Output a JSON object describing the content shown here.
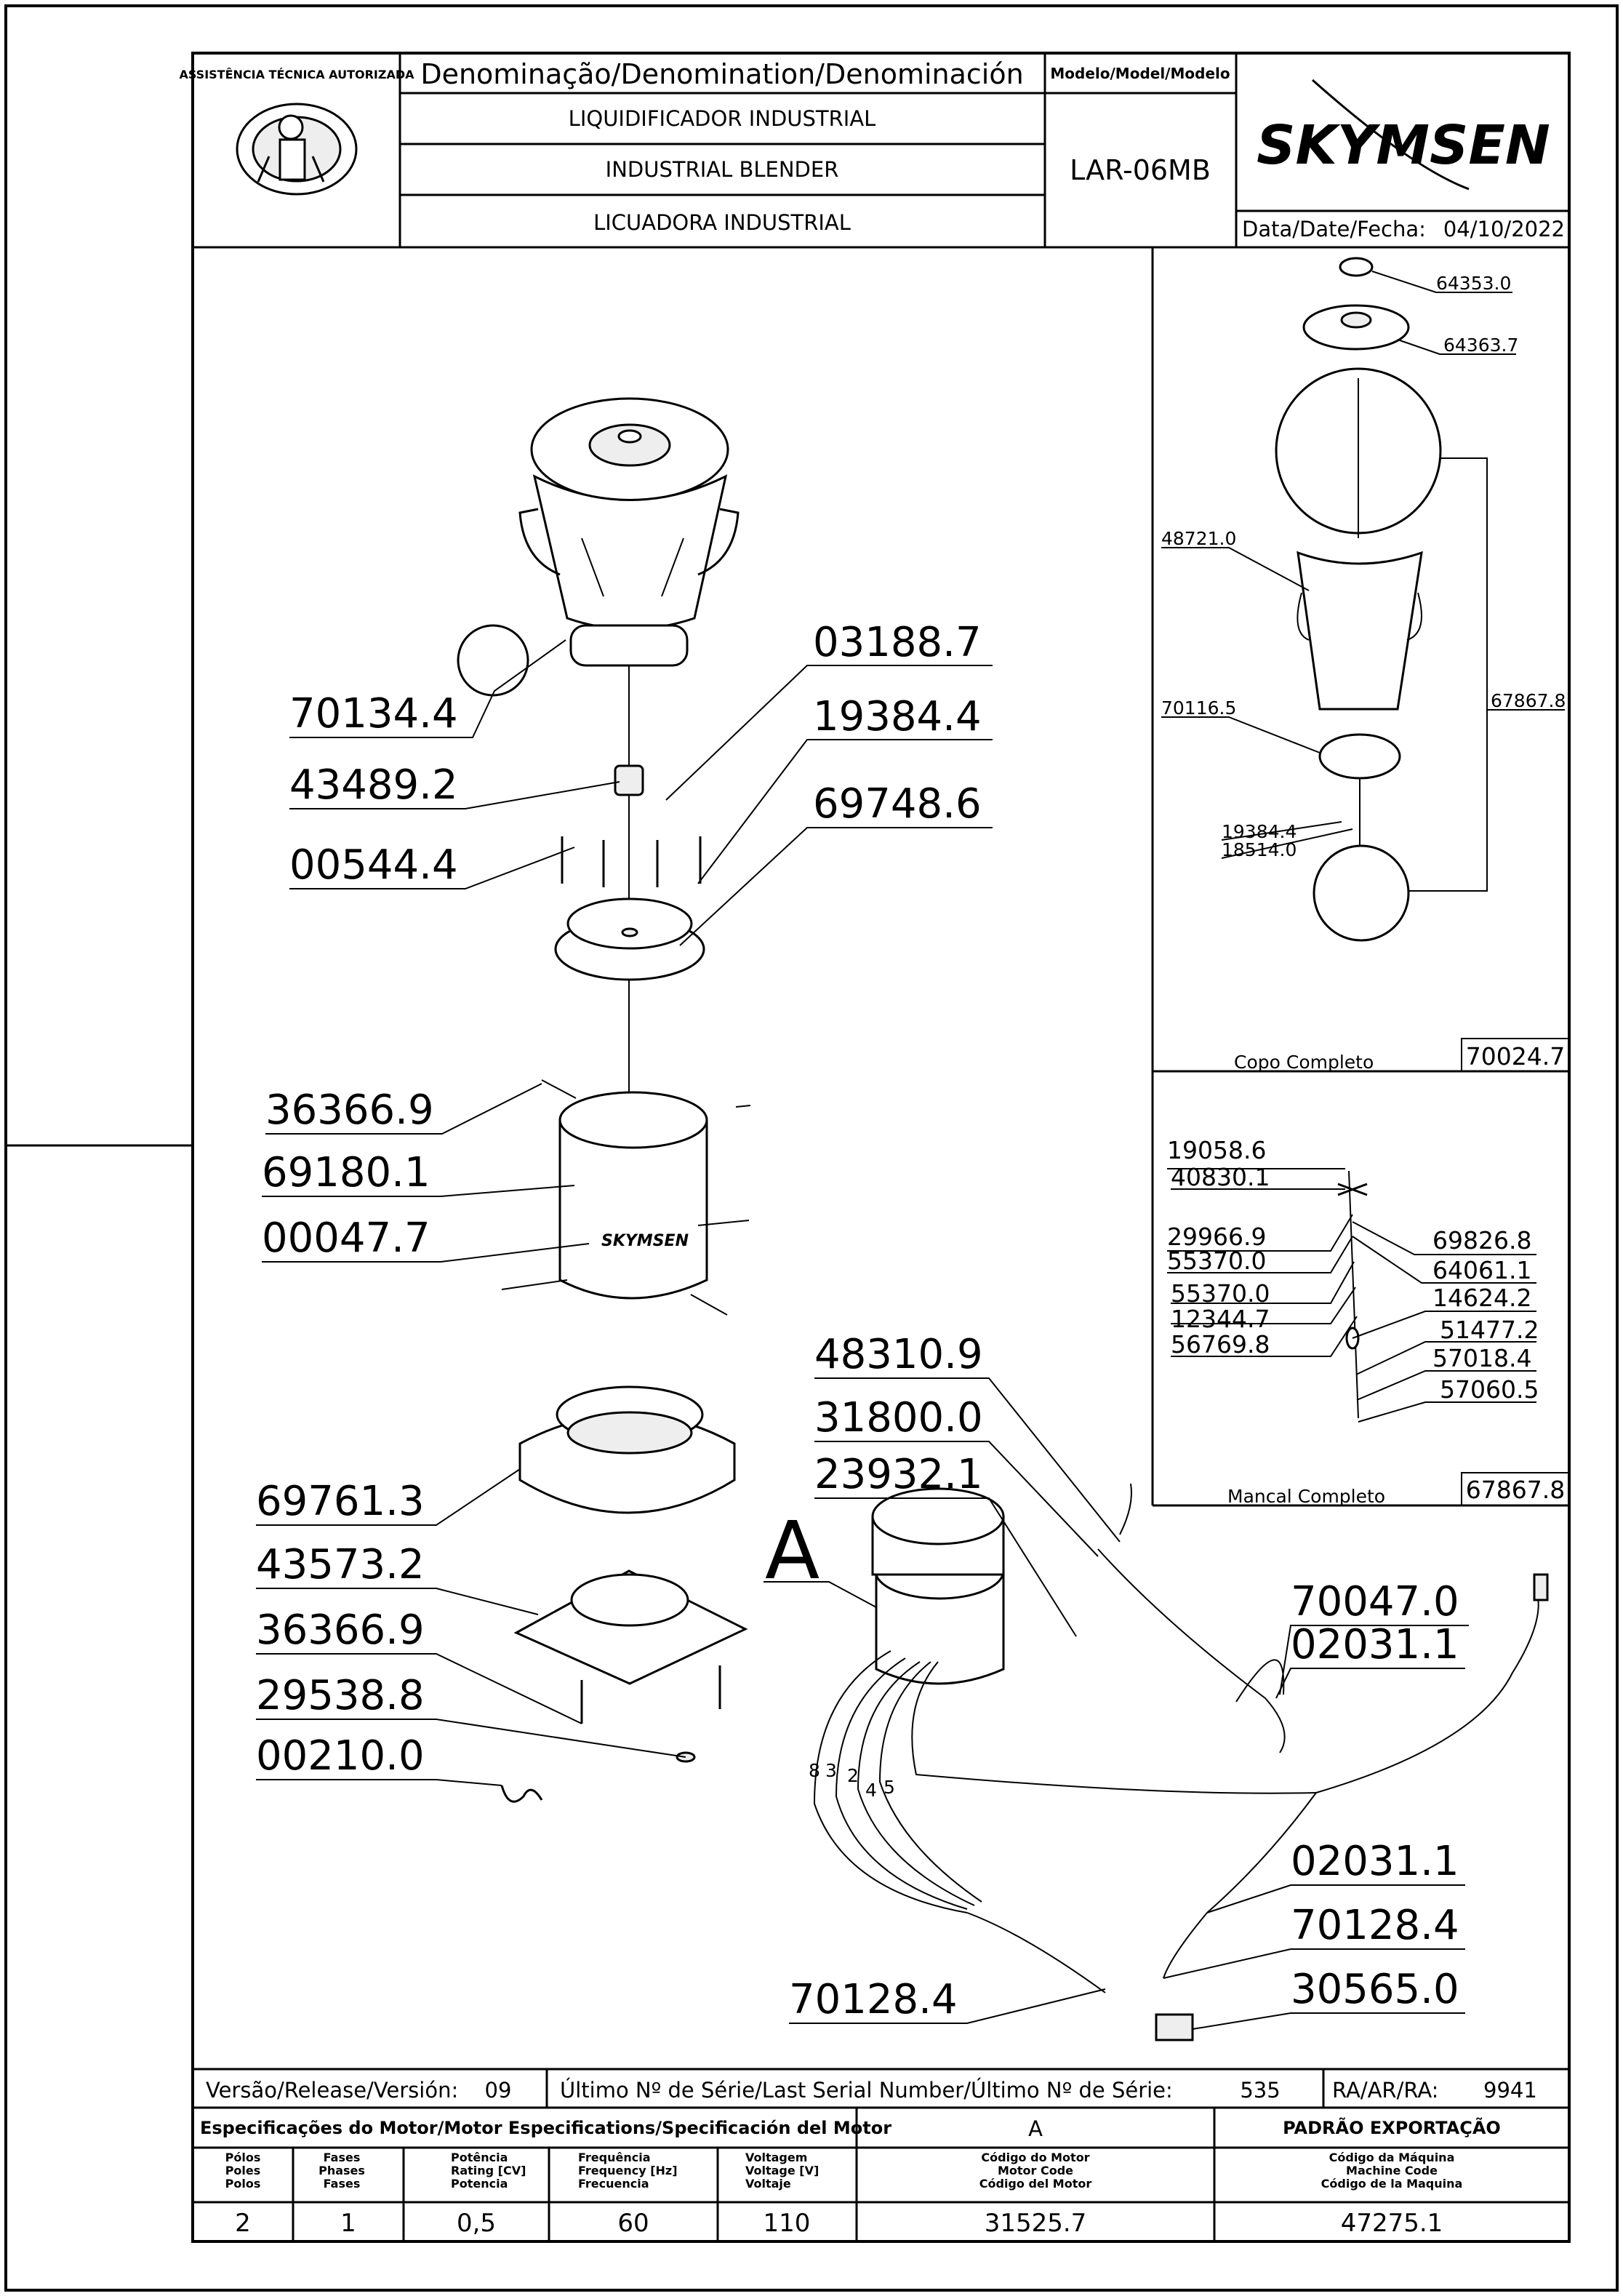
{
  "header": {
    "denomination_label": "Denominação/Denomination/Denominación",
    "model_label": "Modelo/Model/Modelo",
    "name_pt": "LIQUIDIFICADOR INDUSTRIAL",
    "name_en": "INDUSTRIAL BLENDER",
    "name_es": "LICUADORA INDUSTRIAL",
    "model": "LAR-06MB",
    "brand": "SKYMSEN",
    "date_label": "Data/Date/Fecha:",
    "date": "04/10/2022",
    "seal_text": "ASSISTÊNCIA TÉCNICA AUTORIZADA"
  },
  "main_parts": {
    "p70134_4": "70134.4",
    "p43489_2": "43489.2",
    "p00544_4": "00544.4",
    "p03188_7": "03188.7",
    "p19384_4": "19384.4",
    "p69748_6": "69748.6",
    "p36366_9a": "36366.9",
    "p69180_1": "69180.1",
    "p00047_7": "00047.7",
    "p69761_3": "69761.3",
    "p43573_2": "43573.2",
    "p36366_9b": "36366.9",
    "p29538_8": "29538.8",
    "p00210_0": "00210.0",
    "p48310_9": "48310.9",
    "p31800_0": "31800.0",
    "p23932_1": "23932.1",
    "p70047_0": "70047.0",
    "p02031_1a": "02031.1",
    "p02031_1b": "02031.1",
    "p70128_4a": "70128.4",
    "p70128_4b": "70128.4",
    "p30565_0": "30565.0",
    "detail_letter": "A",
    "wire_numbers": [
      "8",
      "3",
      "2",
      "4",
      "5"
    ]
  },
  "copo": {
    "title": "Copo Completo",
    "code": "70024.7",
    "parts": [
      "64353.0",
      "64363.7",
      "48721.0",
      "70116.5",
      "67867.8",
      "19384.4",
      "18514.0"
    ]
  },
  "mancal": {
    "title": "Mancal Completo",
    "code": "67867.8",
    "left_parts": [
      "19058.6",
      "40830.1",
      "29966.9",
      "55370.0",
      "55370.0",
      "12344.7",
      "56769.8"
    ],
    "right_parts": [
      "69826.8",
      "64061.1",
      "14624.2",
      "51477.2",
      "57018.4",
      "57060.5"
    ]
  },
  "footer": {
    "version_label": "Versão/Release/Versión:",
    "version": "09",
    "serial_label": "Último Nº de Série/Last Serial Number/Último Nº de Série:",
    "serial": "535",
    "ra_label": "RA/AR/RA:",
    "ra": "9941",
    "motor_spec_label": "Especificações do Motor/Motor Especifications/Specificación del Motor",
    "motor_letter": "A",
    "export_label": "PADRÃO EXPORTAÇÃO",
    "col_poles": [
      "Pólos",
      "Poles",
      "Polos"
    ],
    "col_phases": [
      "Fases",
      "Phases",
      "Fases"
    ],
    "col_power": [
      "Potência",
      "Rating [CV]",
      "Potencia"
    ],
    "col_freq": [
      "Frequência",
      "Frequency [Hz]",
      "Frecuencia"
    ],
    "col_volt": [
      "Voltagem",
      "Voltage [V]",
      "Voltaje"
    ],
    "col_motor_code": [
      "Código do Motor",
      "Motor Code",
      "Código del Motor"
    ],
    "col_machine_code": [
      "Código da Máquina",
      "Machine Code",
      "Código de la Maquina"
    ],
    "poles": "2",
    "phases": "1",
    "power": "0,5",
    "freq": "60",
    "volt": "110",
    "motor_code": "31525.7",
    "machine_code": "47275.1"
  }
}
